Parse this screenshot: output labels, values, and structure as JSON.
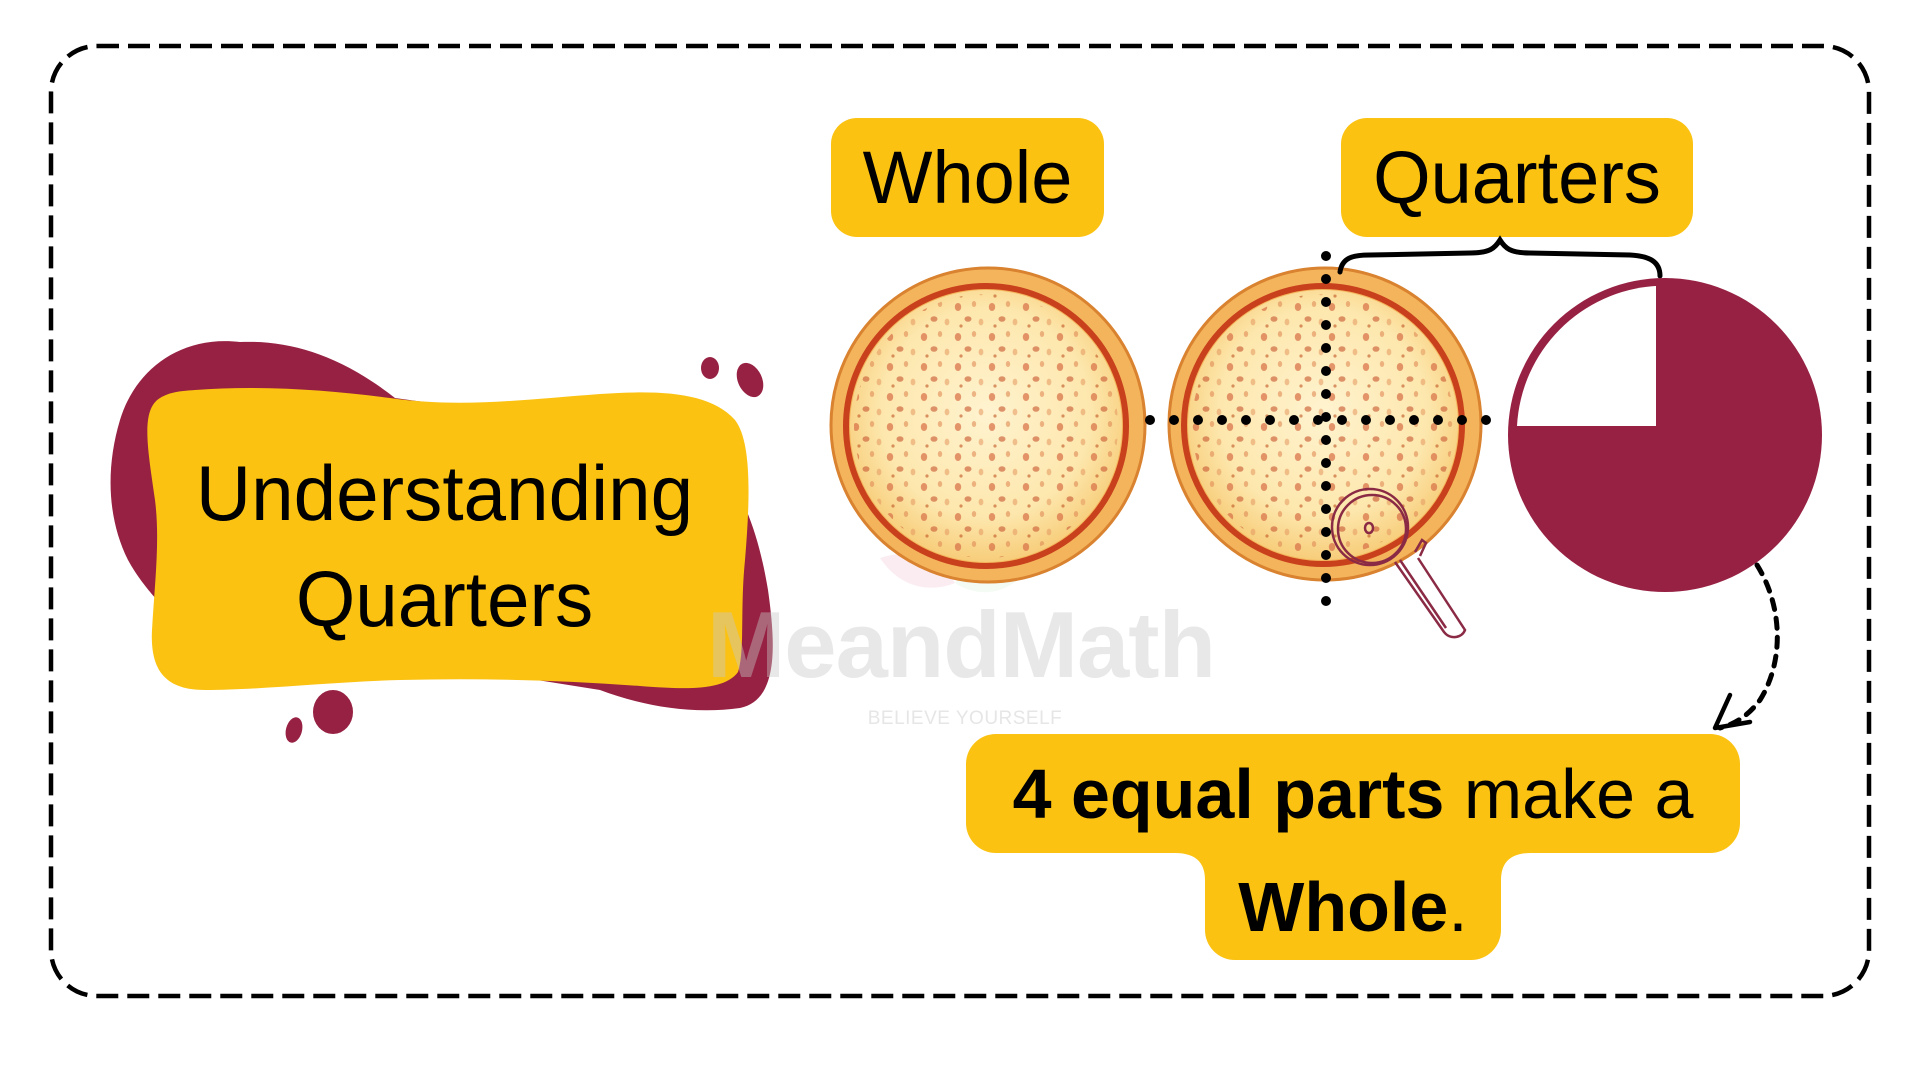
{
  "title": {
    "line1": "Understanding",
    "line2": "Quarters"
  },
  "labels": {
    "whole": "Whole",
    "quarters": "Quarters"
  },
  "statement": {
    "bold_part": "4 equal parts",
    "normal_part": " make a",
    "bold_end": "Whole",
    "end_punct": "."
  },
  "watermark": {
    "brand": "MeandMath",
    "tagline": "BELIEVE YOURSELF"
  },
  "colors": {
    "accent_yellow": "#fbc212",
    "maroon": "#972143",
    "border": "#000000",
    "crust": "#f4b45c",
    "sauce": "#c8401c",
    "cheese": "#fde9b4"
  },
  "diagram": {
    "pizzas": [
      {
        "label": "whole",
        "cuts": 0
      },
      {
        "label": "quarters",
        "cuts": 4
      }
    ],
    "fraction_circle": {
      "total_parts": 4,
      "removed_parts": 1,
      "shaded_parts": 3
    }
  }
}
